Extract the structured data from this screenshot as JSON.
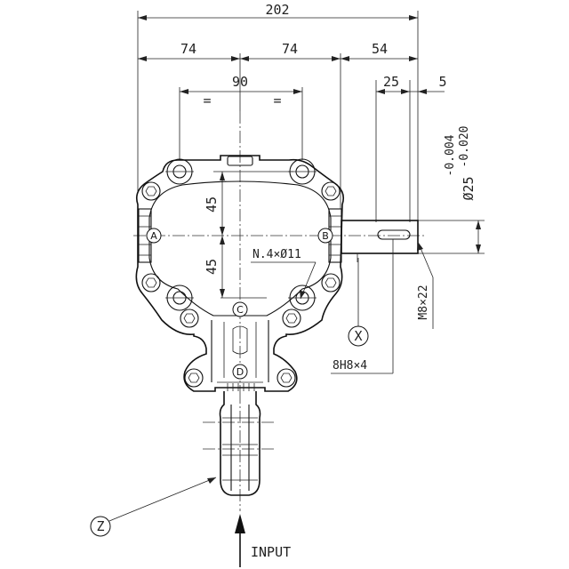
{
  "dimensions": {
    "overall_width": "202",
    "left_span": "74",
    "middle_span": "74",
    "right_span": "54",
    "bolt_spacing_h": "90",
    "equal_mark": "=",
    "vertical_top": "45",
    "vertical_bottom": "45",
    "key_length": "25",
    "key_offset": "5",
    "shaft_tol_upper": "-0.004",
    "shaft_tol_lower": "-0.020",
    "shaft_diameter": "Ø25"
  },
  "callouts": {
    "holes": "N.4×Ø11",
    "key": "8H8×4",
    "thread": "M8×22",
    "input": "INPUT"
  },
  "markers": {
    "a": "A",
    "b": "B",
    "c": "C",
    "d": "D",
    "x": "X",
    "z": "Z"
  }
}
